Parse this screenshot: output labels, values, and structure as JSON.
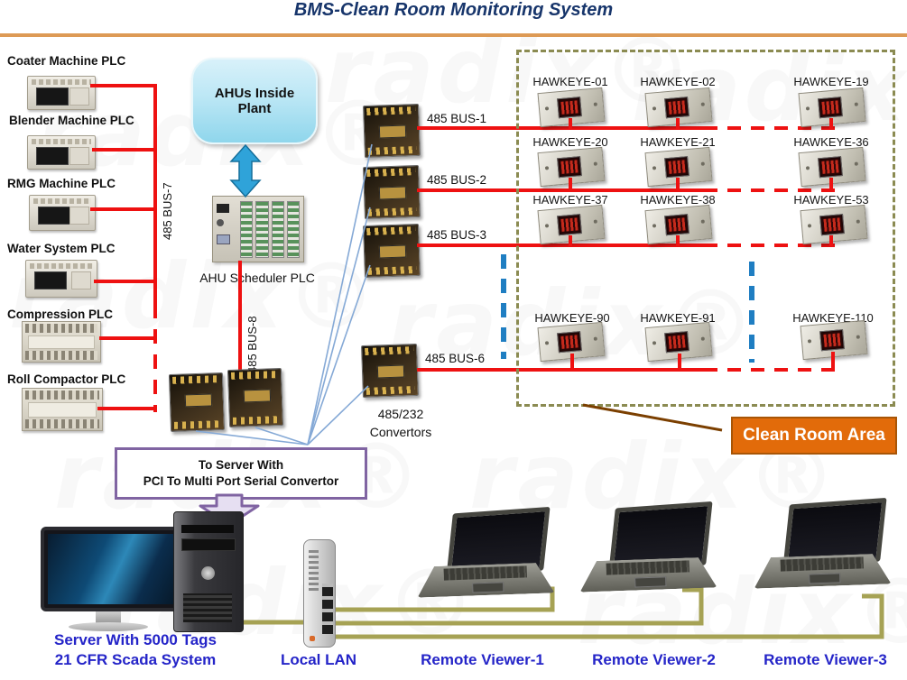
{
  "title": "BMS-Clean Room Monitoring System",
  "watermark_text": "radix®",
  "left_plcs": [
    {
      "label": "Coater Machine PLC"
    },
    {
      "label": "Blender Machine PLC"
    },
    {
      "label": "RMG Machine PLC"
    },
    {
      "label": "Water System PLC"
    },
    {
      "label": "Compression PLC"
    },
    {
      "label": "Roll Compactor PLC"
    }
  ],
  "vertical_buses": {
    "bus7": "485 BUS-7",
    "bus8": "485 BUS-8"
  },
  "ahu": {
    "plant_box": "AHUs Inside Plant",
    "scheduler_label": "AHU Scheduler PLC"
  },
  "horizontal_buses": {
    "bus1": "485 BUS-1",
    "bus2": "485 BUS-2",
    "bus3": "485 BUS-3",
    "bus6": "485 BUS-6"
  },
  "convertors": {
    "line1": "485/232",
    "line2": "Convertors"
  },
  "hawkeye_labels": [
    "HAWKEYE-01",
    "HAWKEYE-02",
    "HAWKEYE-19",
    "HAWKEYE-20",
    "HAWKEYE-21",
    "HAWKEYE-36",
    "HAWKEYE-37",
    "HAWKEYE-38",
    "HAWKEYE-53",
    "HAWKEYE-90",
    "HAWKEYE-91",
    "HAWKEYE-110"
  ],
  "clean_room": {
    "label": "Clean Room Area"
  },
  "server_link_box": {
    "line1": "To Server With",
    "line2": "PCI To Multi Port Serial Convertor"
  },
  "server": {
    "line1": "Server With 5000 Tags",
    "line2": "21 CFR  Scada System"
  },
  "lan": {
    "label": "Local LAN"
  },
  "remote_viewers": [
    "Remote Viewer-1",
    "Remote Viewer-2",
    "Remote Viewer-3"
  ],
  "colors": {
    "title_navy": "#17356B",
    "header_rule_orange": "#DD9A55",
    "bus_red": "#EE1111",
    "clean_room_border_olive": "#8B8B52",
    "clean_room_box_orange": "#E26B0A",
    "purple_accent": "#8064A2",
    "link_blue": "#85A9D6",
    "dashed_blue": "#1F7EC2",
    "label_blue": "#2424C8",
    "cable_olive": "#A6A254",
    "pointer_brown": "#7B3F00"
  }
}
